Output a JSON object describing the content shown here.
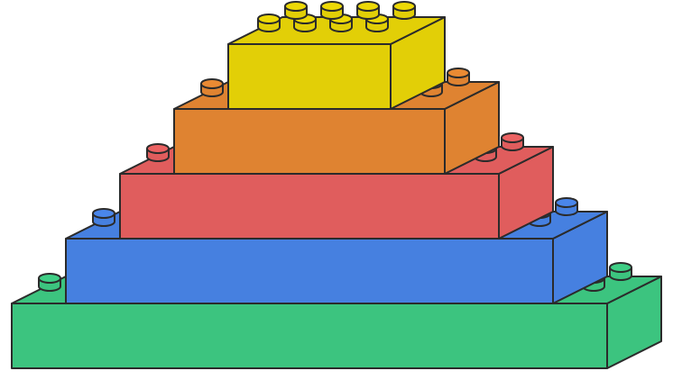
{
  "diagram": {
    "bricks": [
      {
        "name": "green-brick",
        "colors": {
          "front": "#3cc47f",
          "top": "#3cc47f",
          "side": "#3cc47f",
          "stud": "#3cc47f"
        }
      },
      {
        "name": "blue-brick",
        "colors": {
          "front": "#4680e0",
          "top": "#4680e0",
          "side": "#4680e0",
          "stud": "#4680e0"
        }
      },
      {
        "name": "red-brick",
        "colors": {
          "front": "#e05d5d",
          "top": "#e05d5d",
          "side": "#e05d5d",
          "stud": "#e05d5d"
        }
      },
      {
        "name": "orange-brick",
        "colors": {
          "front": "#df8331",
          "top": "#df8331",
          "side": "#df8331",
          "stud": "#df8331"
        }
      },
      {
        "name": "yellow-brick",
        "colors": {
          "front": "#e2cf07",
          "top": "#e2cf07",
          "side": "#e2cf07",
          "stud": "#e2cf07"
        }
      }
    ],
    "outline_color": "#2b2b2b",
    "background": "#ffffff"
  }
}
